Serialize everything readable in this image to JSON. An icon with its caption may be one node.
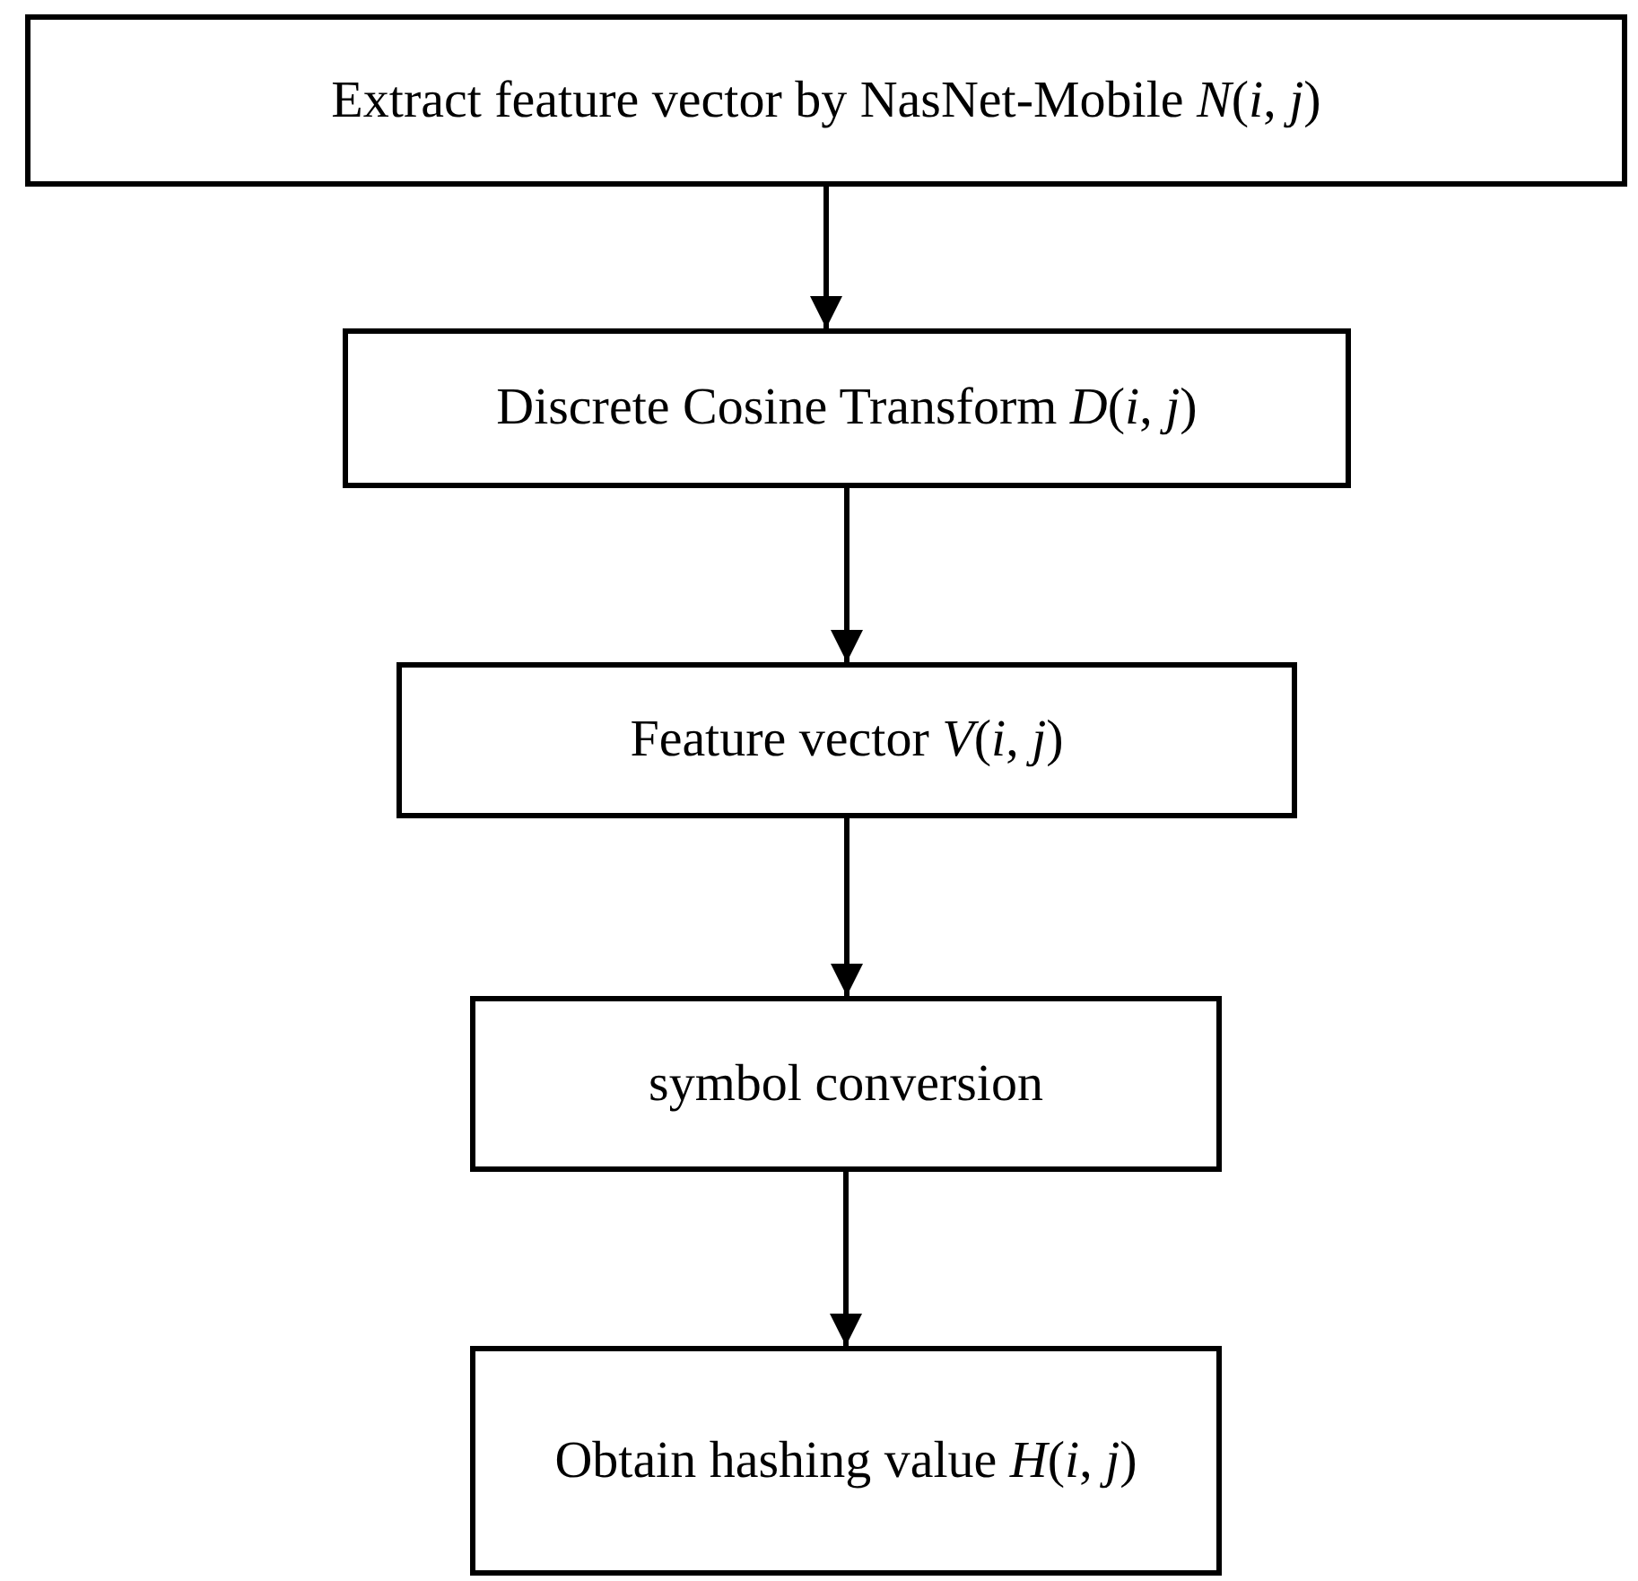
{
  "diagram": {
    "nodes": [
      {
        "text": [
          "Extract feature vector by NasNet-Mobile *N*(*i*, *j*)"
        ]
      },
      {
        "text": [
          "Discrete Cosine Transform *D*(*i*, *j*)"
        ]
      },
      {
        "text": [
          "Feature vector *V*(*i*, *j*)"
        ]
      },
      {
        "text": [
          "symbol conversion"
        ]
      },
      {
        "text": [
          "Obtain hashing value *H*(*i*, *j*)"
        ]
      }
    ],
    "edges": [
      {
        "from": 0,
        "to": 1,
        "arrow": "to"
      },
      {
        "from": 1,
        "to": 2,
        "arrow": "to"
      },
      {
        "from": 2,
        "to": 3,
        "arrow": "to"
      },
      {
        "from": 3,
        "to": 4,
        "arrow": "to"
      }
    ]
  }
}
